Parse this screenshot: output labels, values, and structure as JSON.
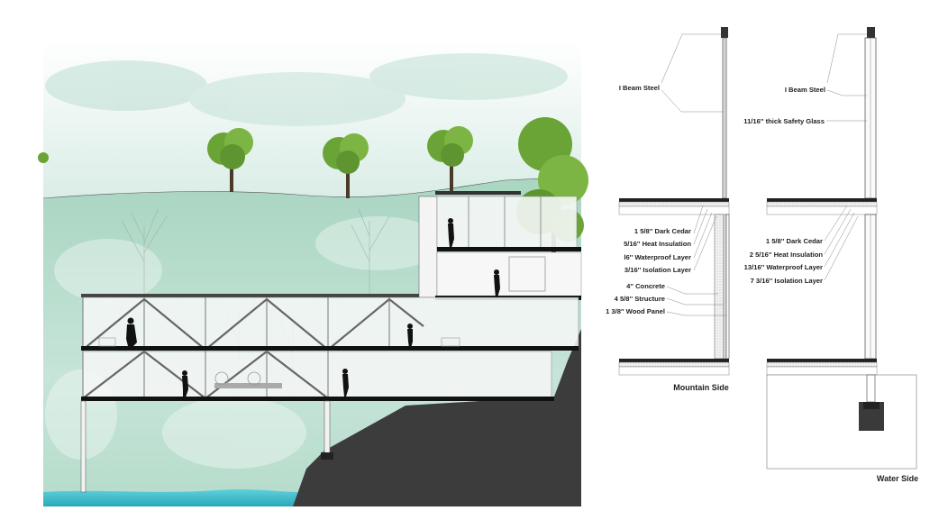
{
  "mountain_side": {
    "caption": "Mountain Side",
    "labels": [
      "I Beam Steel",
      "1 5/8'' Dark Cedar",
      "5/16'' Heat Insulation",
      "l6'' Waterproof Layer",
      "3/16'' Isolation Layer",
      "4'' Concrete",
      "4 5/8'' Structure",
      "1 3/8'' Wood Panel"
    ]
  },
  "water_side": {
    "caption": "Water Side",
    "labels": [
      "I Beam Steel",
      "11/16'' thick Safety Glass",
      "1 5/8'' Dark Cedar",
      "2 5/16'' Heat Insulation",
      "13/16'' Waterproof Layer",
      "7 3/16'' Isolation Layer"
    ]
  },
  "colors": {
    "sky_mist": "#cfe6df",
    "hill_mist": "#a8d3c0",
    "water": "#3fb9c7",
    "rock": "#3c3c3c",
    "slab": "#111111",
    "tree_green": "#6aa436"
  }
}
